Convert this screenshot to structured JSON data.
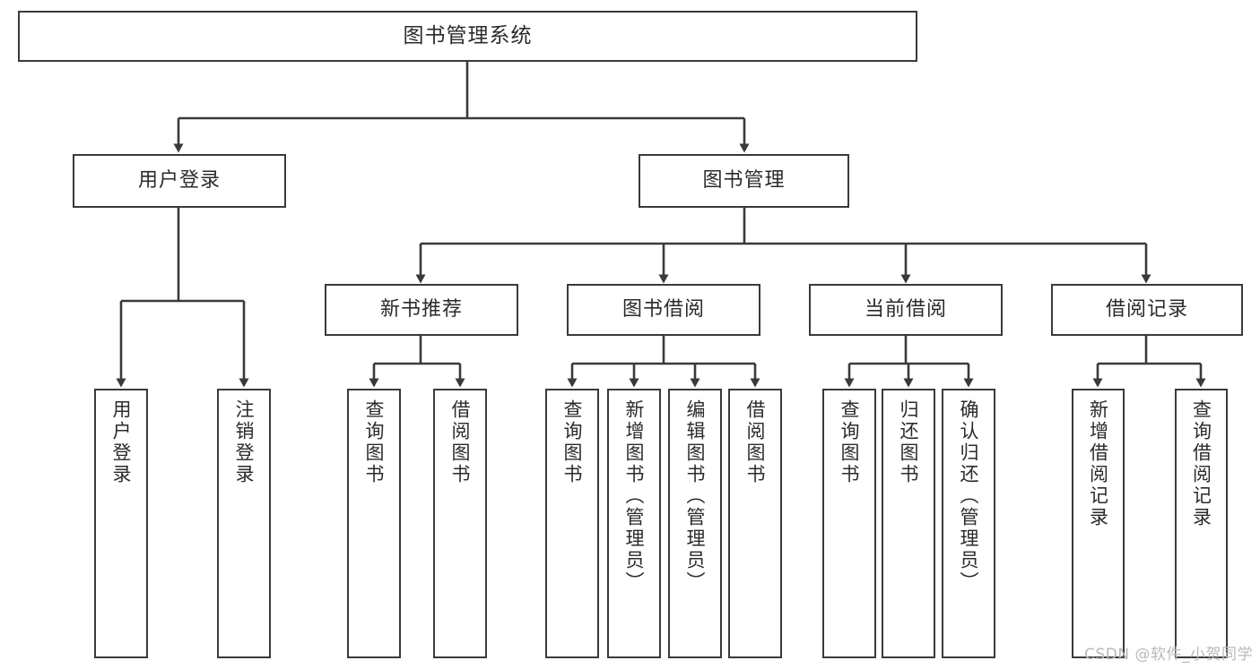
{
  "diagram": {
    "type": "tree",
    "title": "图书管理系统",
    "watermark": "CSDN @软件_小贺同学",
    "colors": {
      "stroke": "#3a3a3a",
      "text": "#2b2b2b",
      "background": "#ffffff",
      "watermark": "#b9b9b9"
    },
    "levels": {
      "root": {
        "label": "图书管理系统"
      },
      "level2": [
        {
          "label": "用户登录"
        },
        {
          "label": "图书管理"
        }
      ],
      "level3": [
        {
          "label": "新书推荐"
        },
        {
          "label": "图书借阅"
        },
        {
          "label": "当前借阅"
        },
        {
          "label": "借阅记录"
        }
      ],
      "leaves": {
        "user_login": [
          {
            "label": "用户登录"
          },
          {
            "label": "注销登录"
          }
        ],
        "new_book_recommend": [
          {
            "label": "查询图书"
          },
          {
            "label": "借阅图书"
          }
        ],
        "book_borrow": [
          {
            "label": "查询图书"
          },
          {
            "label": "新增图书（管理员）"
          },
          {
            "label": "编辑图书（管理员）"
          },
          {
            "label": "借阅图书"
          }
        ],
        "current_borrow": [
          {
            "label": "查询图书"
          },
          {
            "label": "归还图书"
          },
          {
            "label": "确认归还（管理员）"
          }
        ],
        "borrow_record": [
          {
            "label": "新增借阅记录"
          },
          {
            "label": "查询借阅记录"
          }
        ]
      }
    }
  }
}
